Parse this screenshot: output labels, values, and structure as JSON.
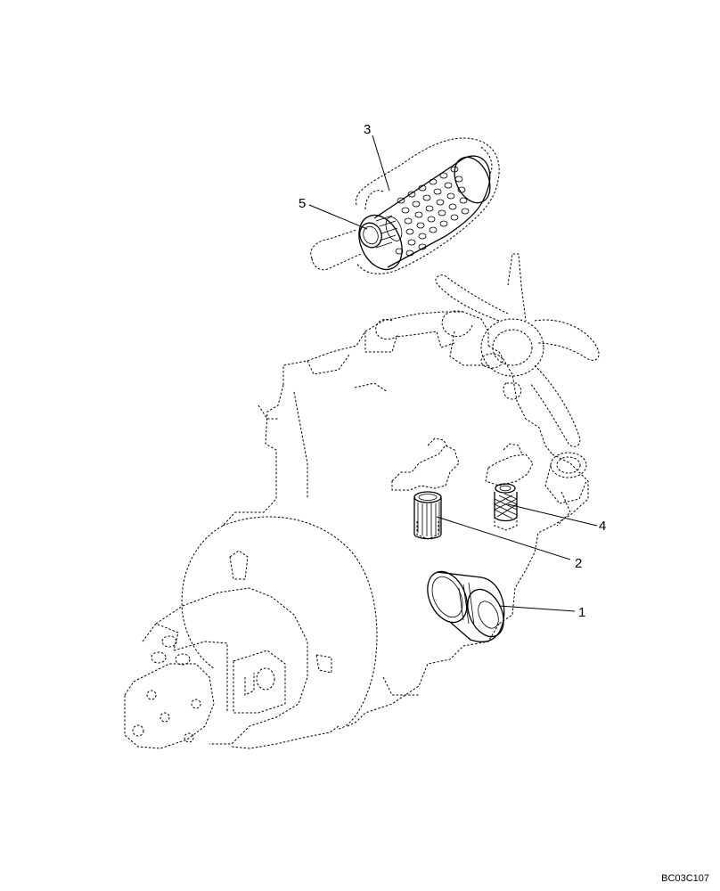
{
  "callouts": [
    {
      "id": "1",
      "label": "1"
    },
    {
      "id": "2",
      "label": "2"
    },
    {
      "id": "3",
      "label": "3"
    },
    {
      "id": "4",
      "label": "4"
    },
    {
      "id": "5",
      "label": "5"
    }
  ],
  "reference_code": "BC03C107"
}
